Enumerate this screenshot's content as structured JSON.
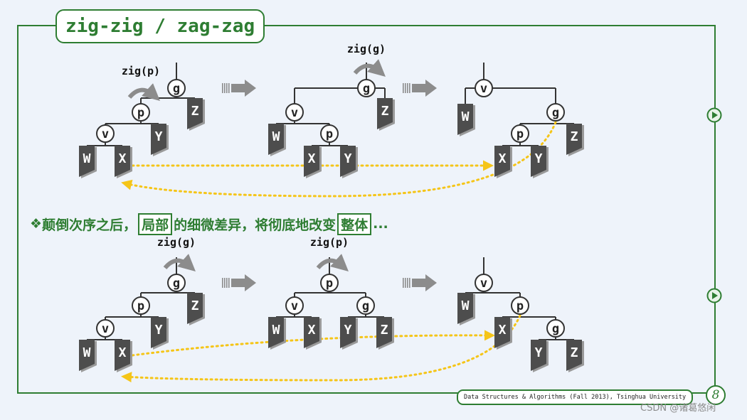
{
  "title": "zig-zig / zag-zag",
  "bullet": {
    "symbol": "❖",
    "part1": " 颠倒次序之后，",
    "boxed1": "局部",
    "part2": "的细微差异，将彻底地改变",
    "boxed2": "整体",
    "part3": "..."
  },
  "footer": "Data Structures & Algorithms (Fall 2013), Tsinghua University",
  "page_number": "8",
  "watermark": "CSDN @诸葛悠闲",
  "labels": {
    "zig_p": "zig(p)",
    "zig_g": "zig(g)",
    "v": "v",
    "p": "p",
    "g": "g",
    "W": "W",
    "X": "X",
    "Y": "Y",
    "Z": "Z"
  },
  "colors": {
    "green": "#2e7d32",
    "background": "#eef3fa",
    "node_dark": "#4d4d4d",
    "arrow_gray": "#8c8c8c",
    "dotted": "#f5c518"
  }
}
